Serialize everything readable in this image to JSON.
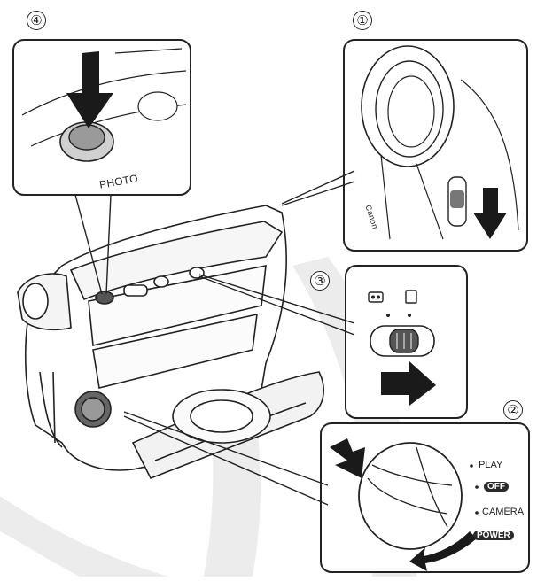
{
  "steps": {
    "s1": "①",
    "s2": "②",
    "s3": "③",
    "s4": "④"
  },
  "photo_label": "PHOTO",
  "brand_label": "Canon",
  "dial": {
    "play": "PLAY",
    "off": "OFF",
    "camera": "CAMERA",
    "power": "POWER"
  },
  "colors": {
    "line": "#222222",
    "arrow": "#1a1a1a",
    "fill": "#ffffff",
    "shade": "#d9d9d9"
  }
}
